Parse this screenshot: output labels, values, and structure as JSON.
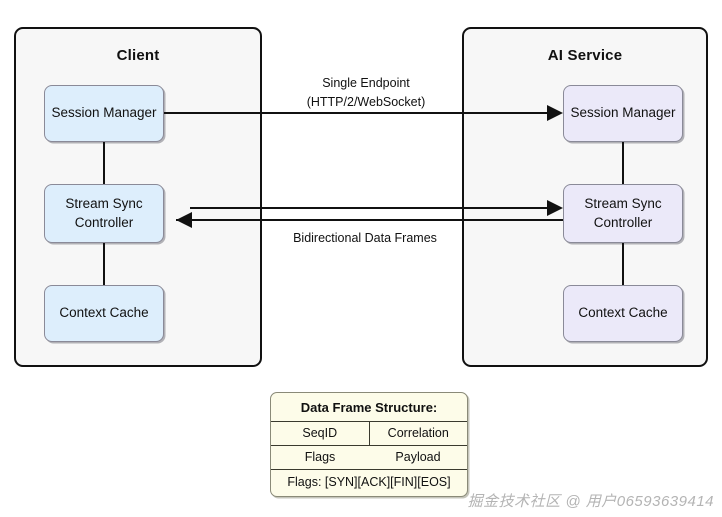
{
  "diagram": {
    "client": {
      "title": "Client",
      "nodes": [
        {
          "label": "Session Manager"
        },
        {
          "label": "Stream Sync\nController"
        },
        {
          "label": "Context Cache"
        }
      ]
    },
    "service": {
      "title": "AI Service",
      "nodes": [
        {
          "label": "Session Manager"
        },
        {
          "label": "Stream Sync\nController"
        },
        {
          "label": "Context Cache"
        }
      ]
    },
    "flows": {
      "endpoint_line1": "Single Endpoint",
      "endpoint_line2": "(HTTP/2/WebSocket)",
      "bidirectional": "Bidirectional Data Frames"
    },
    "frame_card": {
      "title": "Data Frame Structure:",
      "rows": [
        {
          "left": "SeqID",
          "right": "Correlation"
        },
        {
          "left": "Flags",
          "right": "Payload"
        }
      ],
      "flags_note": "Flags: [SYN][ACK][FIN][EOS]"
    },
    "watermark": "掘金技术社区 @ 用户06593639414",
    "colors": {
      "client_fill": "#ddeefc",
      "service_fill": "#ebe9f9",
      "container_fill": "#f7f7f7",
      "frame_fill": "#fdfce9",
      "line": "#111111"
    }
  }
}
